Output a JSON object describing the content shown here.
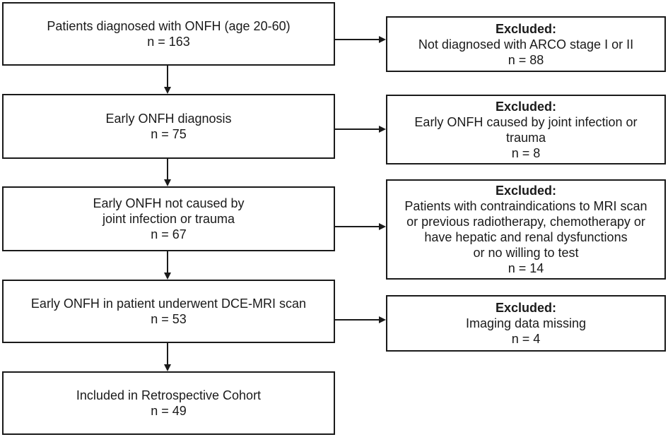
{
  "main_steps": [
    {
      "lines": [
        "Patients diagnosed with ONFH (age 20-60)",
        "n = 163"
      ]
    },
    {
      "lines": [
        "Early ONFH diagnosis",
        "n = 75"
      ]
    },
    {
      "lines": [
        "Early ONFH not caused by",
        "joint infection or trauma",
        "n = 67"
      ]
    },
    {
      "lines": [
        "Early ONFH in patient underwent DCE-MRI scan",
        "n = 53"
      ]
    },
    {
      "lines": [
        "Included in Retrospective Cohort",
        "n = 49"
      ]
    }
  ],
  "exclusions": [
    {
      "heading": "Excluded:",
      "lines": [
        "Not diagnosed with ARCO stage I or II",
        "n = 88"
      ]
    },
    {
      "heading": "Excluded:",
      "lines": [
        "Early ONFH caused by joint infection or",
        "trauma",
        "n = 8"
      ]
    },
    {
      "heading": "Excluded:",
      "lines": [
        "Patients with contraindications to MRI scan",
        "or previous radiotherapy, chemotherapy or",
        "have hepatic and renal dysfunctions",
        "or no willing to test",
        "n = 14"
      ]
    },
    {
      "heading": "Excluded:",
      "lines": [
        "Imaging data missing",
        "n = 4"
      ]
    }
  ]
}
